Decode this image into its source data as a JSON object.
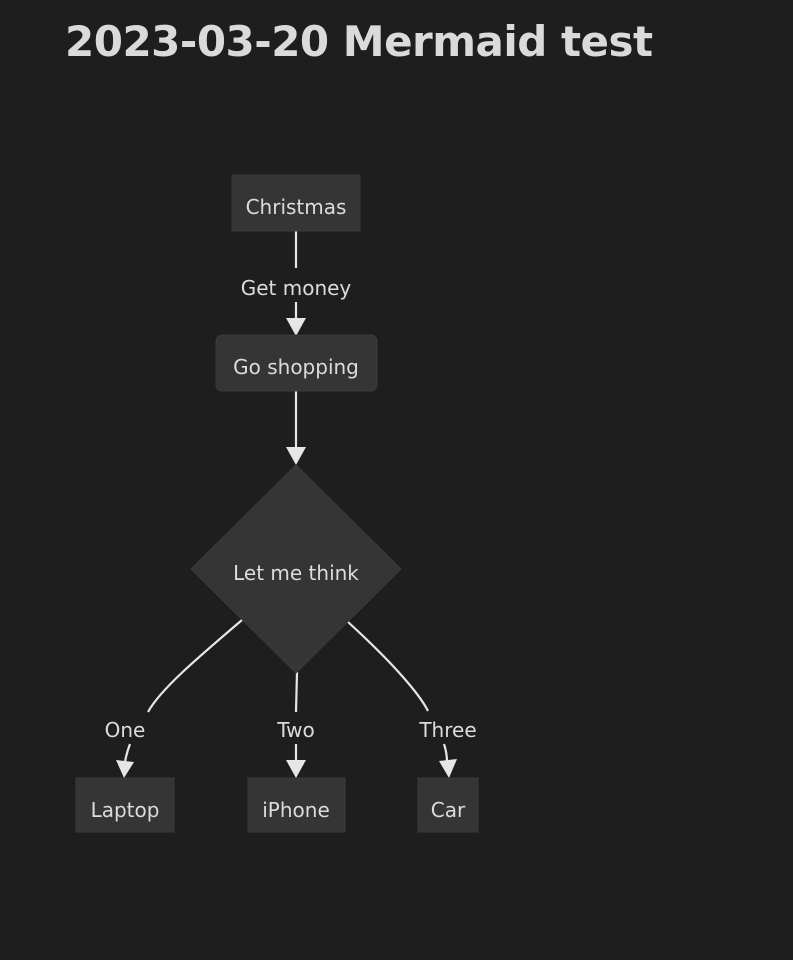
{
  "page": {
    "title": "2023-03-20 Mermaid test"
  },
  "diagram": {
    "type": "flowchart",
    "direction": "top-down",
    "colors": {
      "background": "#1e1e1e",
      "node_fill": "#353535",
      "node_stroke": "#3a3a3a",
      "edge": "#e6e6e6",
      "text": "#dcdcdc"
    },
    "nodes": {
      "christmas": {
        "label": "Christmas",
        "shape": "rectangle"
      },
      "shopping": {
        "label": "Go shopping",
        "shape": "rounded-rectangle"
      },
      "think": {
        "label": "Let me think",
        "shape": "diamond"
      },
      "laptop": {
        "label": "Laptop",
        "shape": "rectangle"
      },
      "iphone": {
        "label": "iPhone",
        "shape": "rectangle"
      },
      "car": {
        "label": "Car",
        "shape": "rectangle"
      }
    },
    "edges": {
      "christmas_shopping": {
        "from": "Christmas",
        "to": "Go shopping",
        "label": "Get money"
      },
      "shopping_think": {
        "from": "Go shopping",
        "to": "Let me think",
        "label": ""
      },
      "think_laptop": {
        "from": "Let me think",
        "to": "Laptop",
        "label": "One"
      },
      "think_iphone": {
        "from": "Let me think",
        "to": "iPhone",
        "label": "Two"
      },
      "think_car": {
        "from": "Let me think",
        "to": "Car",
        "label": "Three"
      }
    }
  }
}
